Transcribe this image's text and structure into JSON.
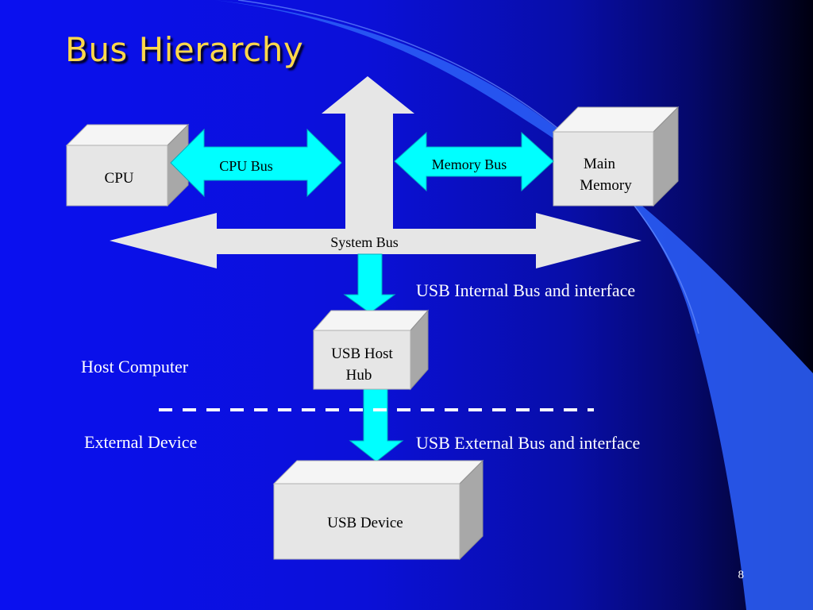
{
  "slide": {
    "title": "Bus Hierarchy",
    "page_number": "8"
  },
  "components": {
    "cpu": "CPU",
    "main_memory_line1": "Main",
    "main_memory_line2": "Memory",
    "usb_host_hub_line1": "USB Host",
    "usb_host_hub_line2": "Hub",
    "usb_device": "USB Device"
  },
  "buses": {
    "cpu_bus": "CPU Bus",
    "memory_bus": "Memory Bus",
    "system_bus": "System Bus"
  },
  "annotations": {
    "usb_internal": "USB Internal Bus and interface",
    "usb_external": "USB External Bus and interface",
    "host_computer": "Host Computer",
    "external_device": "External Device"
  },
  "colors": {
    "background": "#0a10f0",
    "title": "#ffd84a",
    "box_face": "#e6e6e6",
    "gray_arrow": "#e6e6e6",
    "cyan_arrow": "#00ffff",
    "divider": "#ffffff"
  }
}
